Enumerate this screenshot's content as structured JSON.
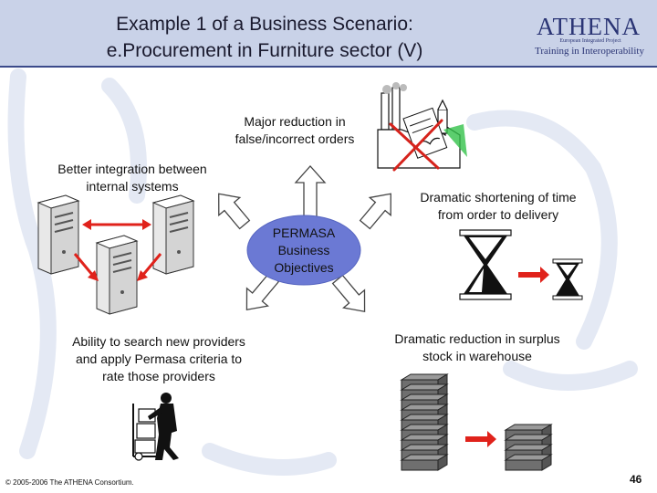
{
  "header": {
    "title_line1": "Example 1 of a Business Scenario:",
    "title_line2": "e.Procurement in Furniture sector (V)",
    "logo_name": "ATHENA",
    "logo_tag": "European Integrated Project",
    "logo_sub": "Training in Interoperability"
  },
  "center": {
    "line1": "PERMASA",
    "line2": "Business",
    "line3": "Objectives"
  },
  "objectives": {
    "top": {
      "line1": "Major reduction in",
      "line2": "false/incorrect orders"
    },
    "left": {
      "line1": "Better integration between",
      "line2": "internal systems"
    },
    "right": {
      "line1": "Dramatic shortening of time",
      "line2": "from order to delivery"
    },
    "bottom_left": {
      "line1": "Ability to search new providers",
      "line2": "and apply Permasa criteria to",
      "line3": "rate those providers"
    },
    "bottom_right": {
      "line1": "Dramatic reduction in surplus",
      "line2": "stock in warehouse"
    }
  },
  "footer": {
    "copyright": "© 2005-2006 The ATHENA Consortium.",
    "page_number": "46"
  },
  "colors": {
    "header_bg": "#c9d2e8",
    "ellipse_fill": "#6b79d4",
    "arrow_red": "#e0221b",
    "cross_red": "#d6231c",
    "accent_green": "#33c24a"
  }
}
